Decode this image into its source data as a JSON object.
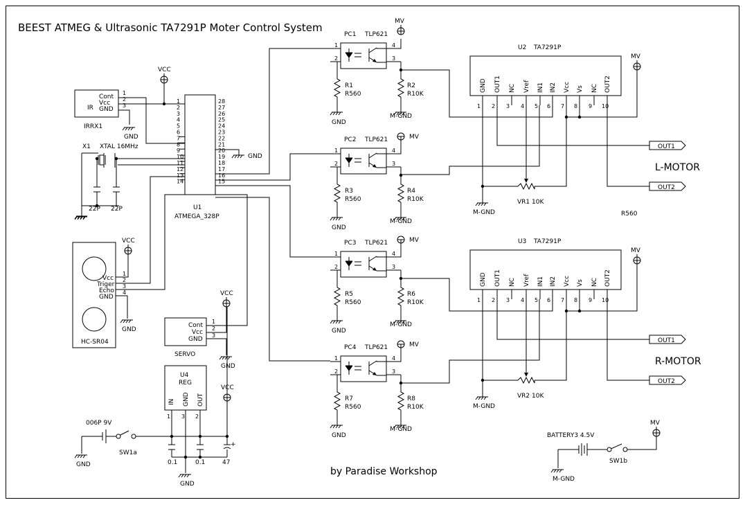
{
  "title": "BEEST ATMEG & Ultrasonic TA7291P Moter Control System",
  "credit": "by Paradise Workshop",
  "u1": {
    "ref": "U1",
    "part": "ATMEGA_328P",
    "left_pins": [
      "1",
      "2",
      "3",
      "4",
      "5",
      "6",
      "7",
      "8",
      "9",
      "10",
      "11",
      "12",
      "13",
      "14"
    ],
    "right_pins": [
      "28",
      "27",
      "26",
      "25",
      "24",
      "23",
      "22",
      "21",
      "20",
      "19",
      "18",
      "17",
      "16",
      "15"
    ]
  },
  "irrx": {
    "ref": "IRRX1",
    "body": "IR",
    "pin_names": [
      "Cont",
      "Vcc",
      "GND"
    ],
    "pins": [
      "1",
      "2",
      "3"
    ]
  },
  "crystal": {
    "ref": "X1",
    "value": "XTAL 16MHz",
    "cap": "22P"
  },
  "sonar": {
    "ref": "HC-SR04",
    "pin_names": [
      "Vcc",
      "Triger",
      "Echo",
      "GND"
    ],
    "pins": [
      "1",
      "2",
      "3",
      "4"
    ]
  },
  "servo": {
    "ref": "SERVO",
    "pin_names": [
      "Cont",
      "Vcc",
      "GND"
    ],
    "pins": [
      "1",
      "2",
      "3"
    ]
  },
  "regulator": {
    "ref": "U4",
    "part": "REG",
    "pin_names": [
      "IN",
      "GND",
      "OUT"
    ],
    "pins": [
      "1",
      "3",
      "2"
    ],
    "c_in": "0.1",
    "c_out": "0.1",
    "c_bulk": "47"
  },
  "supply": {
    "battery": "006P  9V",
    "switch": "SW1a"
  },
  "motor_supply": {
    "battery": "BATTERY3  4.5V",
    "switch": "SW1b"
  },
  "nets": {
    "vcc": "VCC",
    "gnd": "GND",
    "mv": "MV",
    "mgnd": "M-GND",
    "plus": "+"
  },
  "opto": [
    {
      "ref": "PC1",
      "part": "TLP621",
      "r_in": "R1",
      "r_in_val": "R560",
      "r_out": "R2",
      "r_out_val": "R10K"
    },
    {
      "ref": "PC2",
      "part": "TLP621",
      "r_in": "R3",
      "r_in_val": "R560",
      "r_out": "R4",
      "r_out_val": "R10K"
    },
    {
      "ref": "PC3",
      "part": "TLP621",
      "r_in": "R5",
      "r_in_val": "R560",
      "r_out": "R6",
      "r_out_val": "R10K"
    },
    {
      "ref": "PC4",
      "part": "TLP621",
      "r_in": "R7",
      "r_in_val": "R560",
      "r_out": "R8",
      "r_out_val": "R10K"
    }
  ],
  "opto_pins": [
    "1",
    "2",
    "4",
    "3"
  ],
  "drivers": [
    {
      "ref": "U2",
      "part": "TA7291P",
      "label": "L-MOTOR",
      "vr": "VR1  10K"
    },
    {
      "ref": "U3",
      "part": "TA7291P",
      "label": "R-MOTOR",
      "vr": "VR2  10K"
    }
  ],
  "driver_pins": [
    {
      "name": "GND",
      "num": "1"
    },
    {
      "name": "OUT1",
      "num": "2"
    },
    {
      "name": "NC",
      "num": "3"
    },
    {
      "name": "Vref",
      "num": "4"
    },
    {
      "name": "IN1",
      "num": "5"
    },
    {
      "name": "IN2",
      "num": "6"
    },
    {
      "name": "Vcc",
      "num": "7"
    },
    {
      "name": "Vs",
      "num": "8"
    },
    {
      "name": "NC",
      "num": "9"
    },
    {
      "name": "OUT2",
      "num": "10"
    }
  ],
  "ports": {
    "out1": "OUT1",
    "out2": "OUT2"
  },
  "stray_label": "R560"
}
